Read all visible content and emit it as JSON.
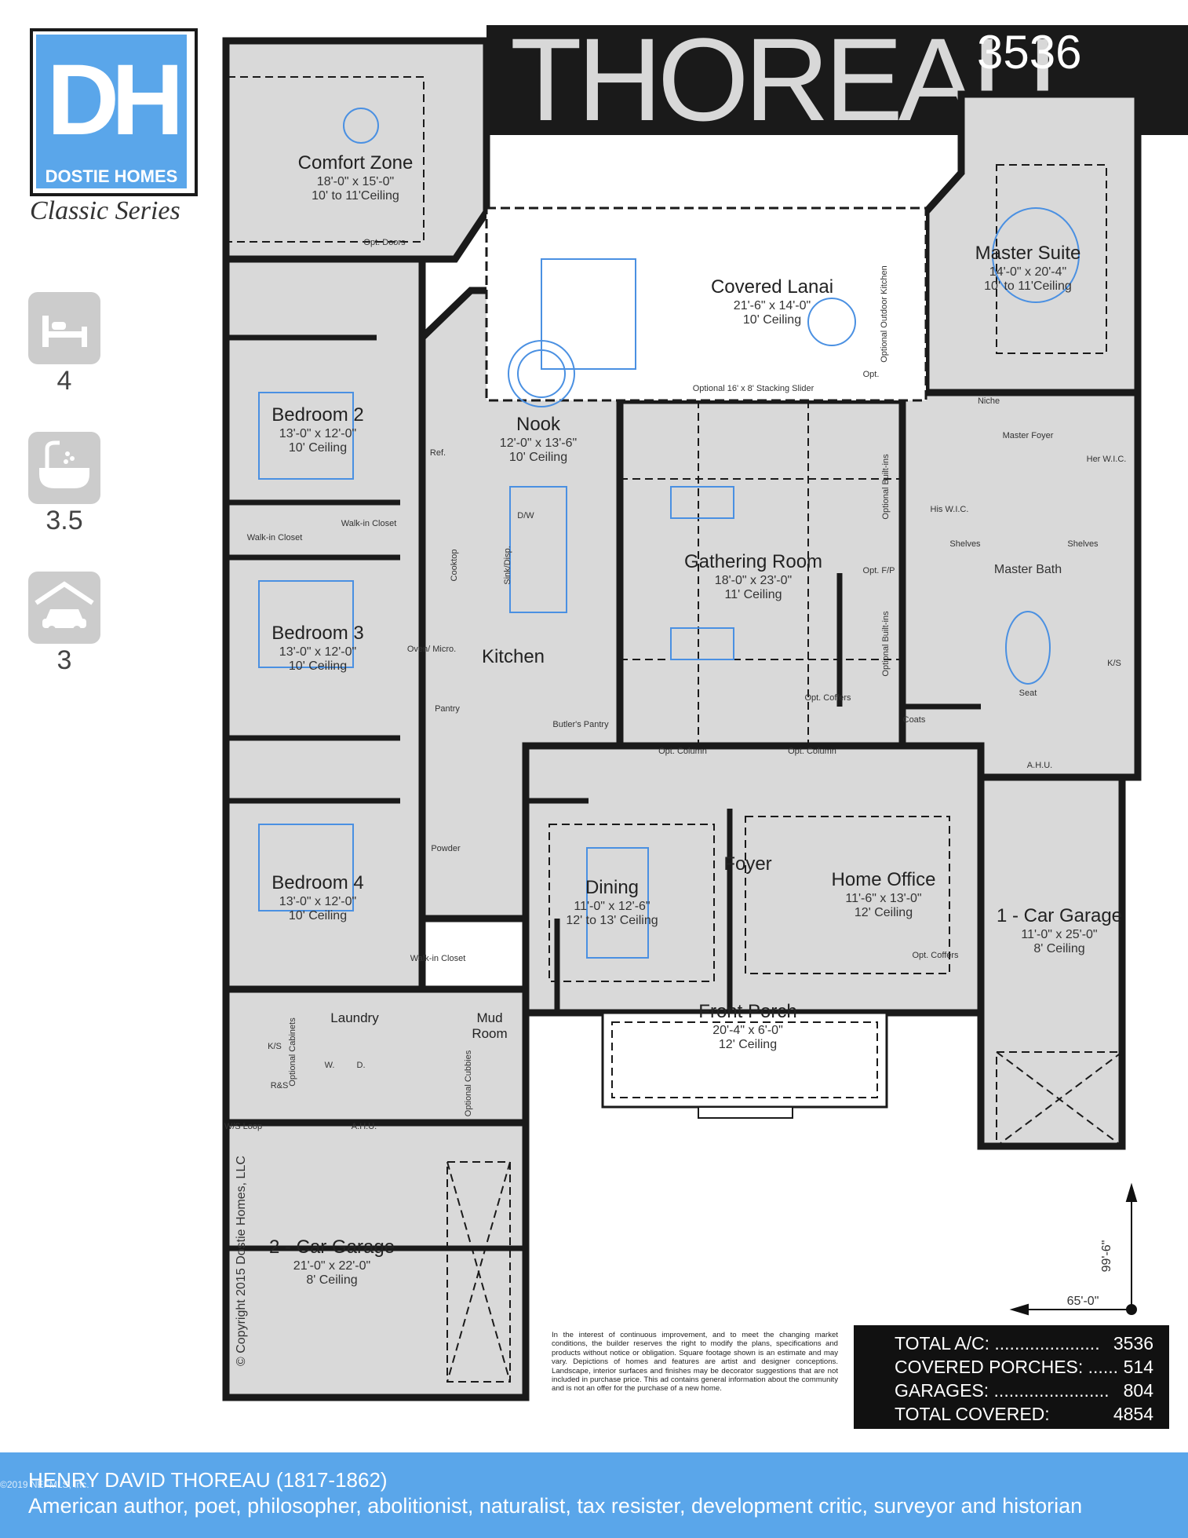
{
  "header": {
    "title": "THOREAU",
    "plan_number": "3536"
  },
  "logo": {
    "letters": "DH",
    "brand": "DOSTIE HOMES",
    "series": "Classic Series"
  },
  "stats": [
    {
      "icon": "bed-icon",
      "value": "4"
    },
    {
      "icon": "bathtub-icon",
      "value": "3.5"
    },
    {
      "icon": "garage-car-icon",
      "value": "3"
    }
  ],
  "rooms": {
    "comfort_zone": {
      "name": "Comfort Zone",
      "size": "18'-0\" x 15'-0\"",
      "ceiling": "10' to 11'Ceiling"
    },
    "covered_lanai": {
      "name": "Covered Lanai",
      "size": "21'-6\" x 14'-0\"",
      "ceiling": "10' Ceiling"
    },
    "master_suite": {
      "name": "Master Suite",
      "size": "14'-0\" x 20'-4\"",
      "ceiling": "10' to 11'Ceiling"
    },
    "bedroom2": {
      "name": "Bedroom 2",
      "size": "13'-0\" x 12'-0\"",
      "ceiling": "10' Ceiling"
    },
    "nook": {
      "name": "Nook",
      "size": "12'-0\" x 13'-6\"",
      "ceiling": "10' Ceiling"
    },
    "gathering": {
      "name": "Gathering Room",
      "size": "18'-0\" x 23'-0\"",
      "ceiling": "11' Ceiling"
    },
    "bedroom3": {
      "name": "Bedroom 3",
      "size": "13'-0\" x 12'-0\"",
      "ceiling": "10' Ceiling"
    },
    "kitchen": {
      "name": "Kitchen"
    },
    "bedroom4": {
      "name": "Bedroom 4",
      "size": "13'-0\" x 12'-0\"",
      "ceiling": "10' Ceiling"
    },
    "dining": {
      "name": "Dining",
      "size": "11'-0\" x 12'-6\"",
      "ceiling": "12' to 13' Ceiling"
    },
    "foyer": {
      "name": "Foyer"
    },
    "home_office": {
      "name": "Home Office",
      "size": "11'-6\" x 13'-0\"",
      "ceiling": "12' Ceiling"
    },
    "garage1": {
      "name": "1 - Car Garage",
      "size": "11'-0\" x 25'-0\"",
      "ceiling": "8' Ceiling"
    },
    "front_porch": {
      "name": "Front Porch",
      "size": "20'-4\" x 6'-0\"",
      "ceiling": "12' Ceiling"
    },
    "laundry": {
      "name": "Laundry"
    },
    "mud_room": {
      "name": "Mud",
      "name2": "Room"
    },
    "garage2": {
      "name": "2 - Car Garage",
      "size": "21'-0\" x 22'-0\"",
      "ceiling": "8' Ceiling"
    }
  },
  "labels": {
    "opt_doors": "Opt. Doors",
    "stacking_slider": "Optional 16' x 8' Stacking Slider",
    "optional_outdoor_kitchen": "Optional Outdoor Kitchen",
    "opt": "Opt.",
    "niche": "Niche",
    "master_foyer": "Master Foyer",
    "her_wic": "Her W.I.C.",
    "his_wic": "His W.I.C.",
    "shelves": "Shelves",
    "master_bath": "Master Bath",
    "seat": "Seat",
    "ks": "K/S",
    "coats": "Coats",
    "ahu": "A.H.U.",
    "walk_in_closet": "Walk-in Closet",
    "ref": "Ref.",
    "cooktop": "Cooktop",
    "sink_disp": "Sink/Disp.",
    "dw": "D/W",
    "oven_micro": "Oven/ Micro.",
    "pantry": "Pantry",
    "butlers_pantry": "Butler's Pantry",
    "optional_built_ins": "Optional Built-ins",
    "opt_fp": "Opt. F/P",
    "opt_coffers": "Opt. Coffers",
    "opt_column": "Opt. Column",
    "powder": "Powder",
    "optional_cabinets": "Optional Cabinets",
    "optional_cubbies": "Optional Cubbies",
    "w": "W.",
    "d": "D.",
    "rs": "R&S",
    "ws_loop": "W/S Loop",
    "copyright": "© Copyright 2015 Dostie Homes, LLC",
    "dim_depth": "99'-6\"",
    "dim_width": "65'-0\""
  },
  "disclaimer": "In the interest of continuous improvement, and to meet the changing market conditions, the builder reserves the right to modify the plans, specifications and products without notice or obligation. Square footage shown is an estimate and may vary. Depictions of homes and features are artist and designer conceptions. Landscape, interior surfaces and finishes may be decorator suggestions that are not included in purchase price. This ad contains general information about the community and is not an offer for the purchase of a new home.",
  "totals": [
    {
      "label": "TOTAL A/C: .....................",
      "value": "3536"
    },
    {
      "label": "COVERED PORCHES: ......",
      "value": "514"
    },
    {
      "label": "GARAGES: .......................",
      "value": "804"
    },
    {
      "label": "TOTAL COVERED: ............",
      "value": "4854"
    }
  ],
  "footer": {
    "name": "HENRY DAVID THOREAU (1817-1862)",
    "description": "American author, poet, philosopher, abolitionist, naturalist, tax resister, development critic, surveyor and historian",
    "mls": "©2019 NEFMLS, Inc."
  },
  "colors": {
    "accent_blue": "#5aa6ea",
    "wall": "#1a1a1a",
    "floor": "#d9d9d9",
    "furniture": "#4a90e2"
  }
}
